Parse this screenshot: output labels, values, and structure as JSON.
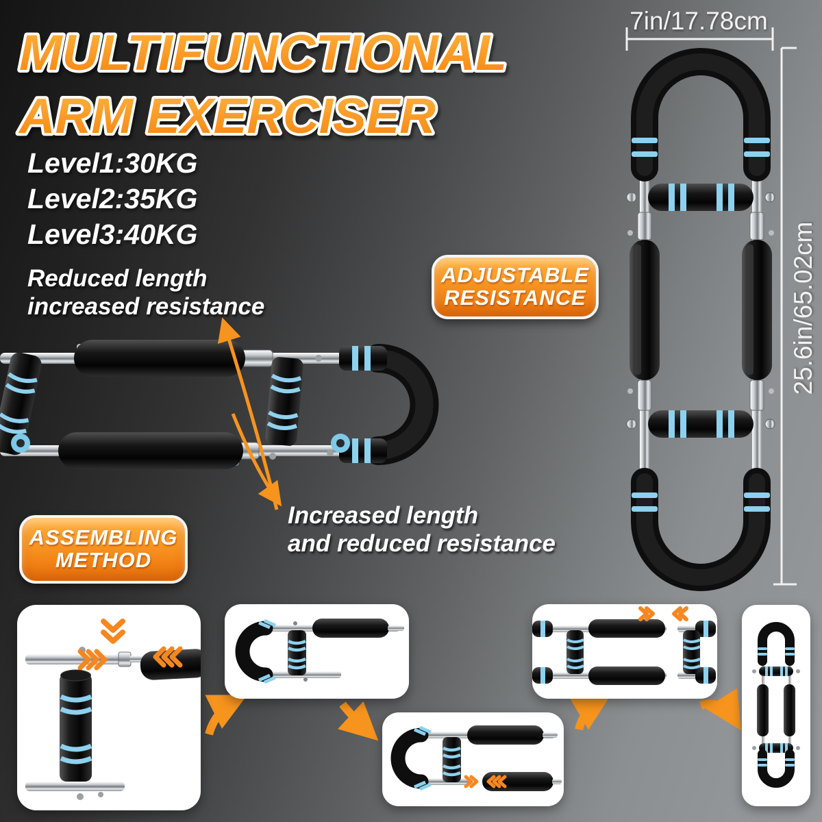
{
  "title": {
    "line1": "MULTIFUNCTIONAL",
    "line2": "ARM EXERCISER"
  },
  "levels": [
    {
      "label": "Level1:30KG"
    },
    {
      "label": "Level2:35KG"
    },
    {
      "label": "Level3:40KG"
    }
  ],
  "annotations": {
    "reduced_line1": "Reduced length",
    "reduced_line2": "increased resistance",
    "increased_line1": "Increased length",
    "increased_line2": "and reduced resistance"
  },
  "badges": {
    "adjustable_line1": "ADJUSTABLE",
    "adjustable_line2": "RESISTANCE",
    "assembling_line1": "ASSEMBLING",
    "assembling_line2": "METHOD"
  },
  "dimensions": {
    "width_label": "7in/17.78cm",
    "height_label": "25.6in/65.02cm"
  },
  "icons": {
    "annotation_arrow": "orange-pointer-arrow",
    "flow_arrow": "orange-curved-arrow",
    "insert_right": "chevrons-right",
    "insert_left": "chevrons-left",
    "insert_down": "chevrons-down"
  },
  "colors": {
    "accent_orange": "#F7941D",
    "foam_black": "#0d0d0d",
    "stripe_blue": "#8ED1EF",
    "chrome": "#C8CCCE",
    "bg_dark": "#141414",
    "bg_light": "#97999C",
    "text_white": "#FFFFFF"
  }
}
